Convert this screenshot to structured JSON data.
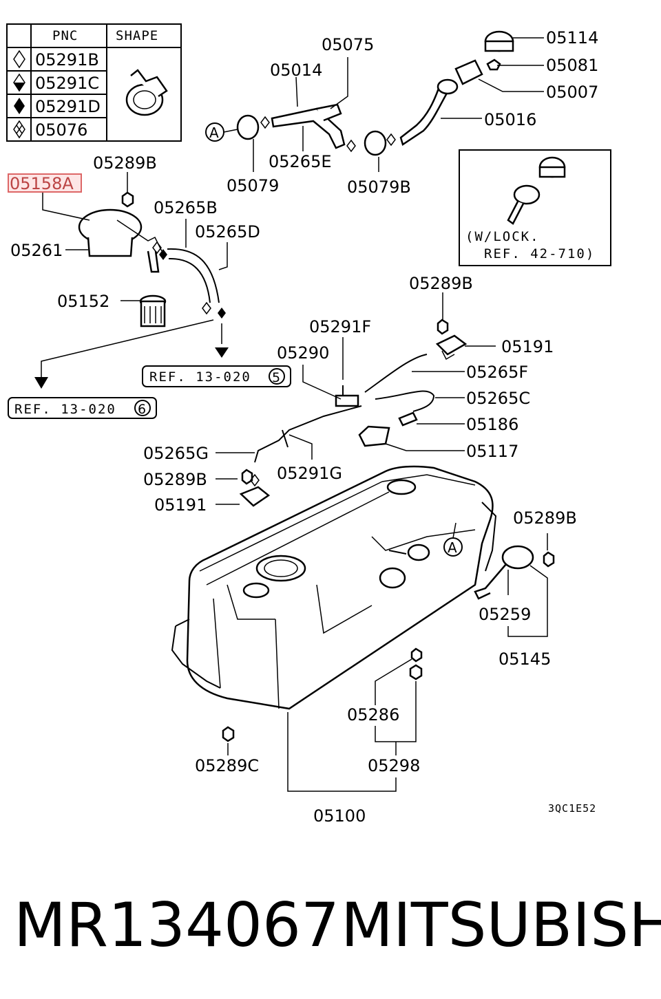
{
  "legend": {
    "header_pnc": "PNC",
    "header_shape": "SHAPE",
    "rows": [
      "05291B",
      "05291C",
      "05291D",
      "05076"
    ]
  },
  "highlighted_part": "05158A",
  "labels": {
    "p05114": "05114",
    "p05081": "05081",
    "p05007": "05007",
    "p05016": "05016",
    "p05075": "05075",
    "p05014": "05014",
    "p05265E": "05265E",
    "p05079": "05079",
    "p05079B": "05079B",
    "p05289B_1": "05289B",
    "p05265B": "05265B",
    "p05265D": "05265D",
    "p05261": "05261",
    "p05152": "05152",
    "p05289B_2": "05289B",
    "p05291F": "05291F",
    "p05191_1": "05191",
    "p05290": "05290",
    "p05265F": "05265F",
    "p05265C": "05265C",
    "p05186": "05186",
    "p05117": "05117",
    "p05265G": "05265G",
    "p05289B_3": "05289B",
    "p05291G": "05291G",
    "p05191_2": "05191",
    "p05289B_4": "05289B",
    "p05259": "05259",
    "p05145": "05145",
    "p05286": "05286",
    "p05298": "05298",
    "p05289C": "05289C",
    "p05100": "05100"
  },
  "inset": {
    "line1": "(W/LOCK.",
    "line2": "REF. 42-710)"
  },
  "refs": {
    "ref5": "REF. 13-020",
    "ref5_num": "5",
    "ref6": "REF. 13-020",
    "ref6_num": "6"
  },
  "callout_a": "A",
  "figure_code": "3QC1E52",
  "footer": {
    "part_number": "MR134067",
    "brand": "MITSUBISHI"
  }
}
